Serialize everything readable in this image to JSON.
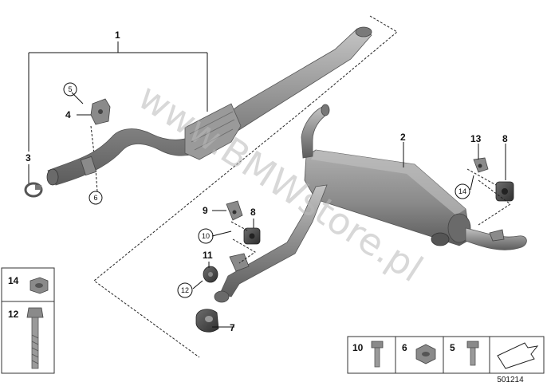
{
  "watermark": "www.BMWstore.pl",
  "reference_number": "501214",
  "callouts": {
    "c1": "1",
    "c2": "2",
    "c3": "3",
    "c4": "4",
    "c5": "5",
    "c6": "6",
    "c7": "7",
    "c8a": "8",
    "c8b": "8",
    "c9": "9",
    "c10": "10",
    "c11": "11",
    "c12": "12",
    "c13": "13",
    "c14": "14"
  },
  "legend_left": {
    "top": "14",
    "bottom": "12"
  },
  "legend_bottom": {
    "a": "10",
    "b": "6",
    "c": "5"
  },
  "colors": {
    "part_gray": "#8c8c8c",
    "part_dark": "#5e5e5e",
    "part_light": "#b4b4b4",
    "line": "#111111"
  }
}
